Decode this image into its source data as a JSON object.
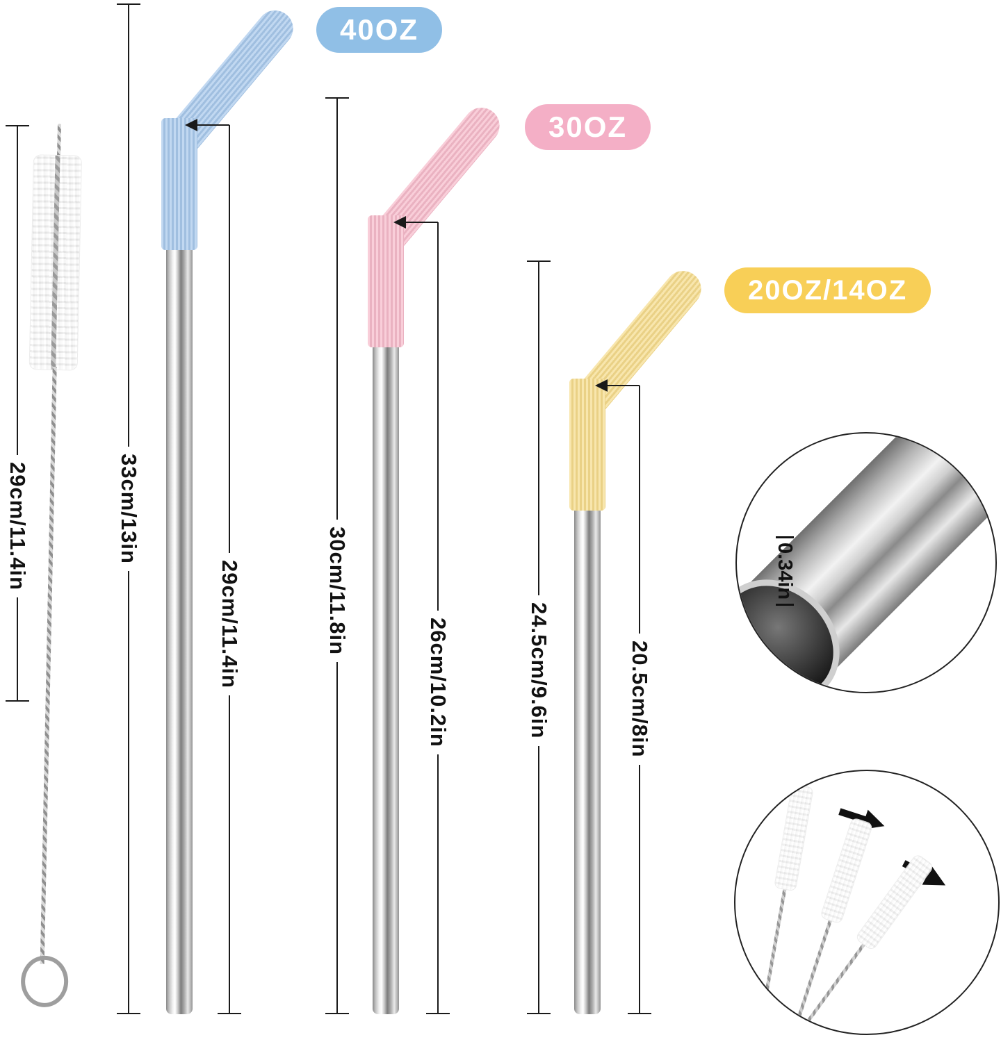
{
  "product": {
    "badges": {
      "straw_40oz": {
        "label": "40OZ",
        "color": "#90bfe6"
      },
      "straw_30oz": {
        "label": "30OZ",
        "color": "#f4afc6"
      },
      "straw_20oz": {
        "label": "20OZ/14OZ",
        "color": "#f8cf57"
      }
    },
    "measurements": {
      "brush_length": "29cm/11.4in",
      "straw_40oz_total": "33cm/13in",
      "straw_40oz_straight": "29cm/11.4in",
      "straw_30oz_total": "30cm/11.8in",
      "straw_30oz_straight": "26cm/10.2in",
      "straw_20oz_total": "24.5cm/9.6in",
      "straw_20oz_straight": "20.5cm/8in",
      "tube_diameter": "0.34in"
    },
    "colors": {
      "sleeve_blue": "#a9c9ec",
      "sleeve_pink": "#f7bbcb",
      "sleeve_yellow": "#f6dc8d",
      "steel": "#c0c0c0",
      "dimension_line": "#1a1a1a"
    }
  }
}
